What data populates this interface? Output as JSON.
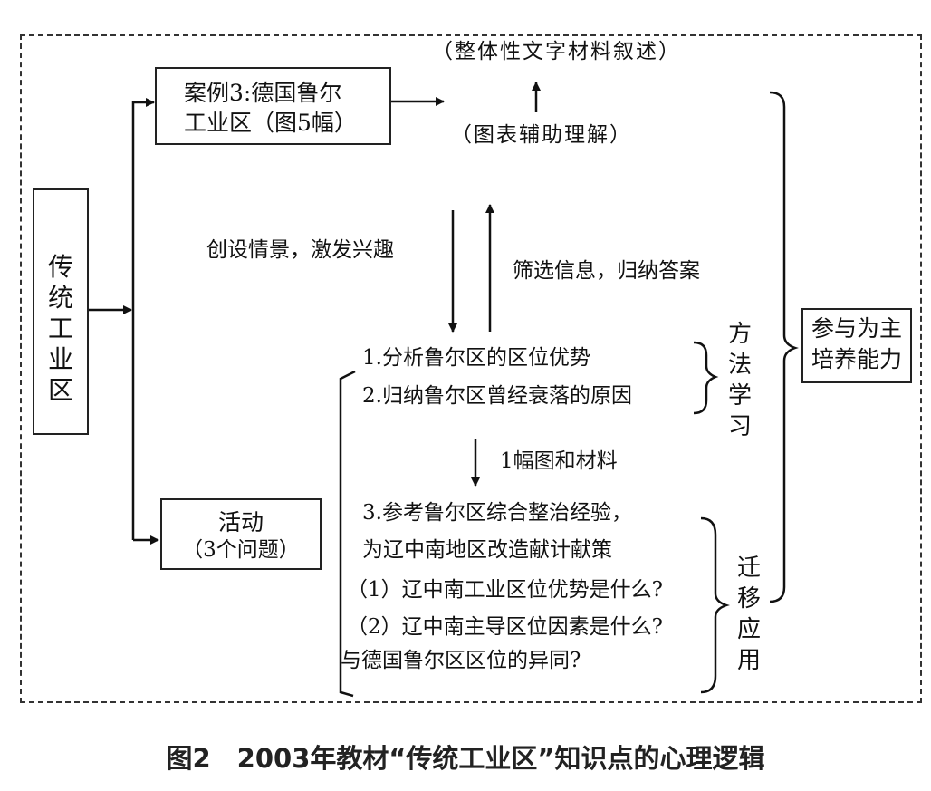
{
  "left_box": {
    "label": "传统工业区"
  },
  "case_box": {
    "line1": "案例3:德国鲁尔",
    "line2": "工业区（图5幅）"
  },
  "activity_box": {
    "line1": "活动",
    "line2": "（3个问题）"
  },
  "top_text": {
    "overall": "（整体性文字材料叙述）",
    "charts": "（图表辅助理解）"
  },
  "flow": {
    "down_label": "创设情景，激发兴趣",
    "up_label": "筛选信息，归纳答案",
    "materials_label": "1幅图和材料"
  },
  "questions": {
    "q1": "1.分析鲁尔区的区位优势",
    "q2": "2.归纳鲁尔区曾经衰落的原因",
    "q3_line1": "3.参考鲁尔区综合整治经验，",
    "q3_line2": "为辽中南地区改造献计献策",
    "sub1": "（1）辽中南工业区位优势是什么?",
    "sub2": "（2）辽中南主导区位因素是什么?",
    "sub2_cont": "与德国鲁尔区区位的异同?"
  },
  "method_label": "方法学习",
  "transfer_label": "迁移应用",
  "right_box": {
    "line1": "参与为主",
    "line2": "培养能力"
  },
  "caption": "图2　2003年教材“传统工业区”知识点的心理逻辑"
}
